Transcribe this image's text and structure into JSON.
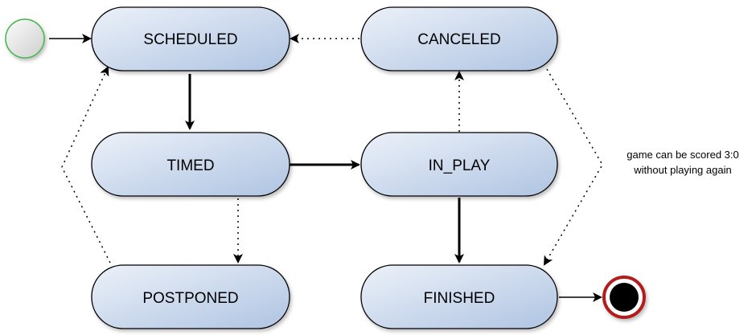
{
  "diagram": {
    "states": {
      "scheduled": "SCHEDULED",
      "canceled": "CANCELED",
      "timed": "TIMED",
      "in_play": "IN_PLAY",
      "postponed": "POSTPONED",
      "finished": "FINISHED"
    },
    "note": {
      "line1": "game can be scored 3:0",
      "line2": "without playing again"
    },
    "colors": {
      "state_fill_top": "#e8eef8",
      "state_fill_bottom": "#b4c8e4",
      "state_stroke": "#000000",
      "initial_stroke": "#43b548",
      "final_ring": "#b31b1b",
      "final_core": "#000000"
    }
  }
}
